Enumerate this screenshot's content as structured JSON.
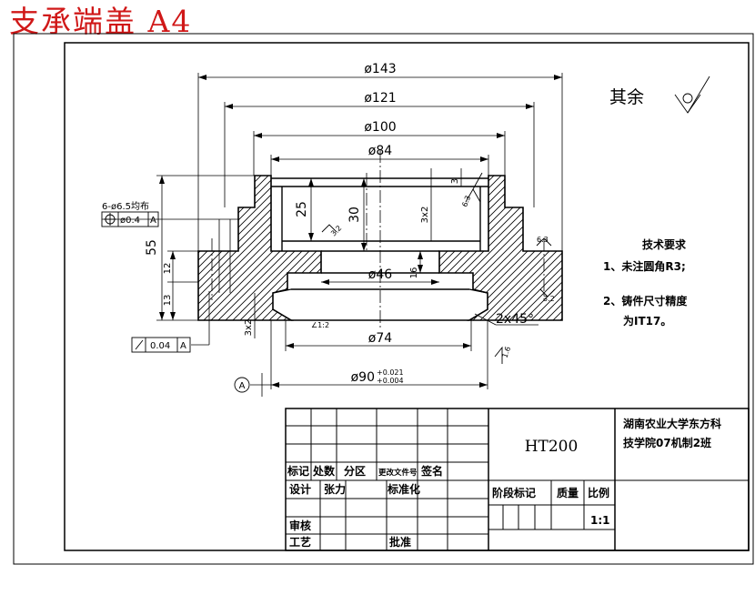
{
  "title": "支承端盖 A4",
  "dimensions": {
    "d143": "ø143",
    "d121": "ø121",
    "d100": "ø100",
    "d84": "ø84",
    "d46": "ø46",
    "d74": "ø74",
    "d90": "ø90",
    "d90_upper": "+0.021",
    "d90_lower": "+0.004",
    "h55": "55",
    "h25": "25",
    "h30": "30",
    "h12": "12",
    "h13": "13",
    "h16": "16",
    "h3x2_a": "3x2",
    "h3x2_b": "3x2",
    "h3": "3",
    "chamfer": "2x45°",
    "angle": "∠1:2"
  },
  "roughness": {
    "r63_a": "6.3",
    "r63_b": "6.3",
    "r32_a": "3.2",
    "r32_b": "3.2",
    "r16": "1.6",
    "rest_label": "其余"
  },
  "tolerances": {
    "holes": "6-ø6.5均布",
    "position_value": "ø0.4",
    "position_datum": "A",
    "runout_value": "0.04",
    "runout_datum": "A",
    "datum_label": "A"
  },
  "technical_requirements": {
    "heading": "技术要求",
    "item1": "1、未注圆角R3;",
    "item2": "2、铸件尺寸精度",
    "item2_cont": "为IT17。"
  },
  "title_block": {
    "material": "HT200",
    "school_line1": "湖南农业大学东方科",
    "school_line2": "技学院07机制2班",
    "h_mark": "标记",
    "h_count": "处数",
    "h_zone": "分区",
    "h_docno": "更改文件号",
    "h_sign": "签名",
    "design": "设计",
    "designer": "张力",
    "standard": "标准化",
    "stage_mark": "阶段标记",
    "mass": "质量",
    "scale": "比例",
    "scale_value": "1:1",
    "review": "审核",
    "process": "工艺",
    "approve": "批准"
  }
}
